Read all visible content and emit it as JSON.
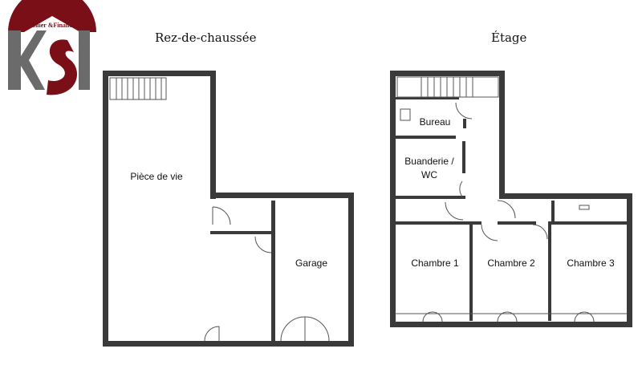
{
  "logo": {
    "text": "Immobilier &Financement",
    "letters": "KSI",
    "colors": {
      "red": "#7a0f17",
      "grey": "#6b6b6b"
    }
  },
  "plans": [
    {
      "title": "Rez-de-chaussée",
      "rooms": [
        "Pièce de vie",
        "Garage"
      ]
    },
    {
      "title": "Étage",
      "rooms": [
        "Bureau",
        "Buanderie /",
        "WC",
        "Chambre 1",
        "Chambre 2",
        "Chambre 3"
      ]
    }
  ],
  "colors": {
    "wall": "#3a3a3a"
  }
}
